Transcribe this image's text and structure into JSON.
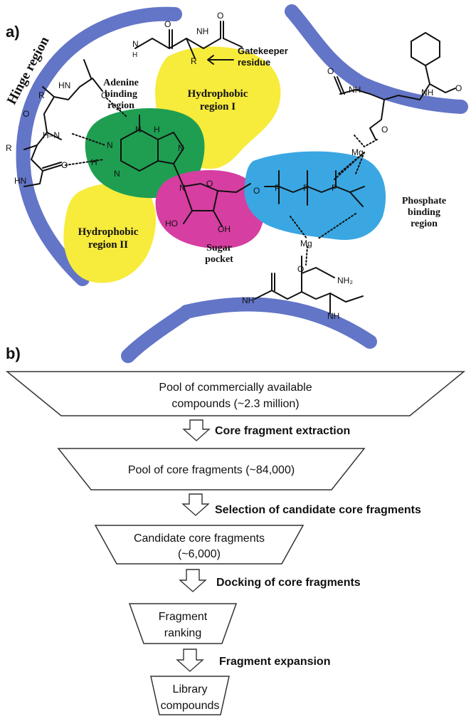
{
  "panel_a": {
    "label": "a)",
    "hinge_region": "Hinge region",
    "gatekeeper": [
      "Gatekeeper",
      "residue"
    ],
    "adenine_region": [
      "Adenine",
      "binding",
      "region"
    ],
    "hydrophobic_1": [
      "Hydrophobic",
      "region I"
    ],
    "hydrophobic_2": [
      "Hydrophobic",
      "region II"
    ],
    "sugar_pocket": [
      "Sugar",
      "pocket"
    ],
    "phosphate_region": [
      "Phosphate",
      "binding",
      "region"
    ],
    "atoms": {
      "O": "O",
      "N": "N",
      "H": "H",
      "R": "R",
      "HN": "HN",
      "NH": "NH",
      "H_N": "H–N",
      "OH": "OH",
      "P": "P",
      "Mg": "Mg",
      "NH2": "NH₂",
      "HO": "HO"
    },
    "colors": {
      "hinge_blue": "#5b6ec4",
      "hydrophobic_yellow": "#f7eb3c",
      "adenine_green": "#1f9e52",
      "sugar_magenta": "#d63ea1",
      "phosphate_blue": "#3aa7e3"
    }
  },
  "panel_b": {
    "label": "b)",
    "boxes": [
      [
        "Pool of commercially available",
        "compounds (~2.3 million)"
      ],
      [
        "Pool of core fragments (~84,000)"
      ],
      [
        "Candidate core fragments",
        "(~6,000)"
      ],
      [
        "Fragment",
        "ranking"
      ],
      [
        "Library",
        "compounds"
      ]
    ],
    "steps": [
      "Core fragment extraction",
      "Selection of candidate core fragments",
      "Docking of core fragments",
      "Fragment expansion"
    ]
  }
}
